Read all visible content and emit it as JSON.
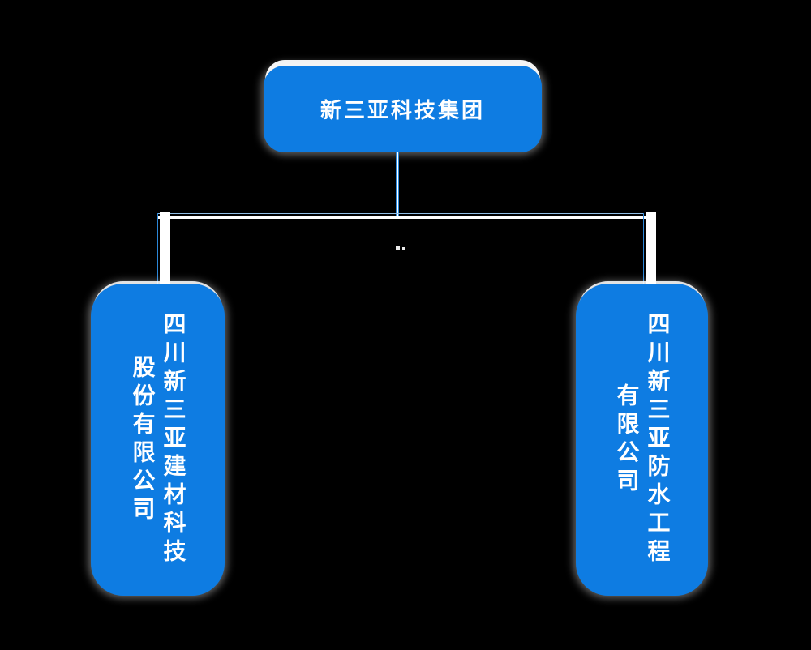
{
  "org_chart": {
    "root": {
      "label": "新三亚科技集团"
    },
    "children": [
      {
        "label": "四川新三亚建材科技股份有限公司"
      },
      {
        "label": "四川新三亚防水工程有限公司"
      }
    ]
  },
  "colors": {
    "background": "#000000",
    "node_fill": "#0E7CE2",
    "node_text": "#FFFFFF",
    "connector_white": "#FFFFFF",
    "connector_blue": "#2B87D9",
    "connector_pale_blue": "#8FBCE4"
  }
}
